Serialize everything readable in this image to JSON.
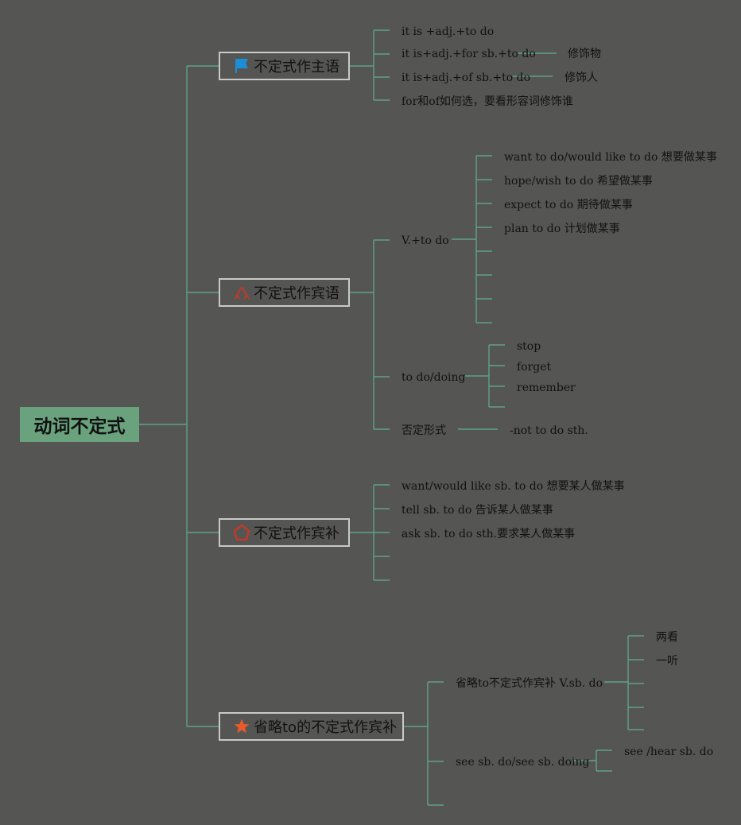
{
  "root": {
    "label": "动词不定式"
  },
  "branches": [
    {
      "label": "不定式作主语",
      "icon": "flag-icon",
      "items": [
        {
          "text": "it is +adj.+to do"
        },
        {
          "text": "it is+adj.+for sb.+to do",
          "note": "修饰物"
        },
        {
          "text": "it is+adj.+of sb.+to do",
          "note": "修饰人"
        },
        {
          "text": "for和of如何选，要看形容词修饰谁"
        }
      ]
    },
    {
      "label": "不定式作宾语",
      "icon": "tree-icon",
      "groups": [
        {
          "label": "V.+to do",
          "items": [
            "want to do/would like to do 想要做某事",
            "hope/wish to do 希望做某事",
            "expect to do 期待做某事",
            "plan to do 计划做某事"
          ]
        },
        {
          "label": "to do/doing",
          "items": [
            "stop",
            "forget",
            "remember"
          ]
        },
        {
          "label": "否定形式",
          "items": [
            "-not to do sth."
          ]
        }
      ]
    },
    {
      "label": "不定式作宾补",
      "icon": "pentagon-icon",
      "items": [
        "want/would like sb. to do 想要某人做某事",
        "tell sb. to do 告诉某人做某事",
        "ask sb. to do sth.要求某人做某事"
      ]
    },
    {
      "label": "省略to的不定式作宾补",
      "icon": "star-icon",
      "groups": [
        {
          "label": "省略to不定式作宾补 V.sb. do",
          "items": [
            "两看",
            "一听"
          ]
        },
        {
          "label": "see sb. do/see sb. doing",
          "items": [
            "see /hear sb. do"
          ]
        }
      ]
    }
  ],
  "colors": {
    "background": "#555653",
    "line": "#5fa08a",
    "root_fill": "#6aa27d",
    "flag": "#1a8fd8",
    "tree": "#c0392b",
    "pentagon": "#c0392b",
    "star": "#e8592c"
  }
}
